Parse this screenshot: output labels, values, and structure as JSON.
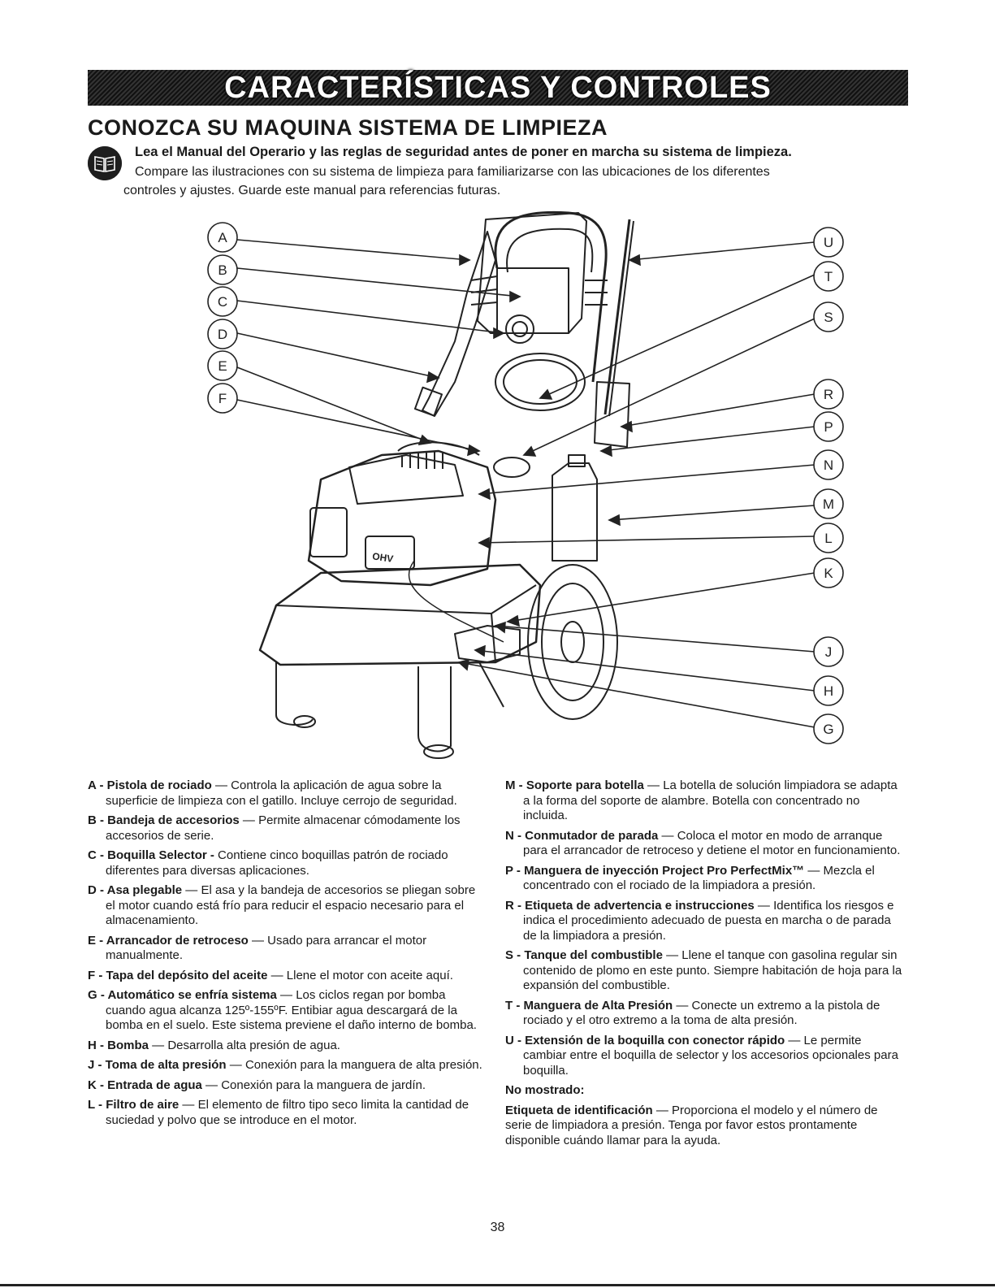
{
  "header": {
    "banner": "CARACTERÍSTICAS Y CONTROLES",
    "subtitle": "CONOZCA SU MAQUINA SISTEMA DE LIMPIEZA"
  },
  "intro": {
    "bold": "Lea el Manual del Operario y las reglas de seguridad antes de poner en marcha su sistema de limpieza.",
    "line1": "Compare las ilustraciones con su sistema de limpieza para familiarizarse con las ubicaciones de los diferentes",
    "line2": "controles y ajustes. Guarde este manual para referencias futuras.",
    "icon": "manual-book-icon"
  },
  "callouts": {
    "left": [
      "A",
      "B",
      "C",
      "D",
      "E",
      "F"
    ],
    "right": [
      "U",
      "T",
      "S",
      "R",
      "P",
      "N",
      "M",
      "L",
      "K",
      "J",
      "H",
      "G"
    ],
    "engine_badge": "OHV"
  },
  "items_left": [
    {
      "title": "A - Pistola de rociado",
      "text": " — Controla la aplicación de agua sobre la superficie de limpieza con el gatillo. Incluye cerrojo de seguridad."
    },
    {
      "title": "B - Bandeja de accesorios",
      "text": " — Permite almacenar cómodamente los accesorios de serie."
    },
    {
      "title": "C - Boquilla Selector -",
      "text": " Contiene cinco boquillas patrón de rociado diferentes para diversas aplicaciones."
    },
    {
      "title": "D - Asa plegable",
      "text": " — El asa y la bandeja de accesorios se pliegan sobre el motor cuando está frío para reducir el espacio necesario para el almacenamiento."
    },
    {
      "title": "E - Arrancador de retroceso",
      "text": " — Usado para arrancar el motor manualmente."
    },
    {
      "title": "F - Tapa del depósito del aceite",
      "text": " — Llene el motor con aceite aquí."
    },
    {
      "title": "G - Automático se enfría sistema",
      "text": " — Los ciclos regan por bomba cuando agua alcanza 125º-155ºF. Entibiar agua descargará de la bomba en el suelo. Este sistema previene el daño interno de bomba."
    },
    {
      "title": "H - Bomba",
      "text": " — Desarrolla alta presión de agua."
    },
    {
      "title": "J - Toma de alta presión",
      "text": " — Conexión para la manguera de alta presión."
    },
    {
      "title": "K - Entrada de agua",
      "text": " — Conexión para la manguera de jardín."
    },
    {
      "title": "L - Filtro de aire",
      "text": " — El elemento de filtro tipo seco limita la cantidad de suciedad y polvo que se introduce en el motor."
    }
  ],
  "items_right": [
    {
      "title": "M - Soporte para botella",
      "text": " — La botella de solución limpiadora se adapta a la forma del soporte de alambre. Botella con concentrado no incluida."
    },
    {
      "title": "N - Conmutador de parada",
      "text": " — Coloca el motor en modo de arranque para el arrancador de retroceso y detiene el motor en funcionamiento."
    },
    {
      "title": "P - Manguera de inyección Project Pro PerfectMix™",
      "text": " — Mezcla el concentrado con el rociado de la limpiadora a presión."
    },
    {
      "title": "R - Etiqueta de advertencia e instrucciones",
      "text": " — Identifica los riesgos e indica el procedimiento adecuado de puesta en marcha o de parada de la limpiadora a presión."
    },
    {
      "title": "S - Tanque del combustible",
      "text": " — Llene el tanque con gasolina regular sin contenido de plomo en este punto. Siempre habitación de hoja para la expansión del combustible."
    },
    {
      "title": "T - Manguera de Alta Presión",
      "text": " — Conecte un extremo a la pistola de rociado y el otro extremo a la toma de alta presión."
    },
    {
      "title": "U - Extensión de la boquilla con conector rápido",
      "text": " — Le permite cambiar entre el boquilla de selector y los accesorios opcionales para boquilla."
    }
  ],
  "not_shown": {
    "heading": "No mostrado:",
    "title": "Etiqueta de identificación",
    "text": " — Proporciona el modelo y el número de serie de limpiadora a presión. Tenga por favor estos prontamente disponible cuándo llamar para la ayuda."
  },
  "page_number": "38"
}
